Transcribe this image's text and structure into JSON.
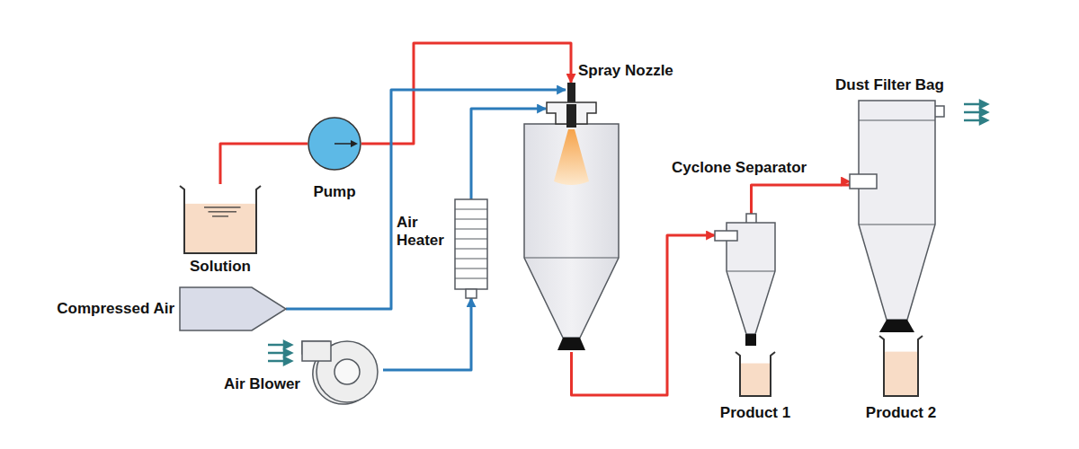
{
  "diagram": {
    "nodes": [
      {
        "text": [
          "Solution"
        ]
      },
      {
        "text": [
          "Pump"
        ]
      },
      {
        "text": [
          "Compressed Air"
        ]
      },
      {
        "text": [
          "Air Blower"
        ]
      },
      {
        "text": [
          "Air Heater"
        ]
      },
      {
        "text": [
          "Spray Nozzle"
        ]
      },
      {
        "text": [
          "Cyclone Separator"
        ]
      },
      {
        "text": [
          "Product 1"
        ]
      },
      {
        "text": [
          "Dust Filter Bag"
        ]
      },
      {
        "text": [
          "Product 2"
        ]
      }
    ],
    "edges": [
      {
        "from": 0,
        "to": 1,
        "arrow": "none"
      },
      {
        "from": 1,
        "to": 5,
        "arrow": "to"
      },
      {
        "from": 2,
        "to": 5,
        "arrow": "to"
      },
      {
        "from": 3,
        "to": 4,
        "arrow": "to"
      },
      {
        "from": 4,
        "to": 5,
        "arrow": "to"
      },
      {
        "from": 5,
        "to": 6,
        "arrow": "to"
      },
      {
        "from": 6,
        "to": 8,
        "arrow": "to"
      }
    ]
  }
}
